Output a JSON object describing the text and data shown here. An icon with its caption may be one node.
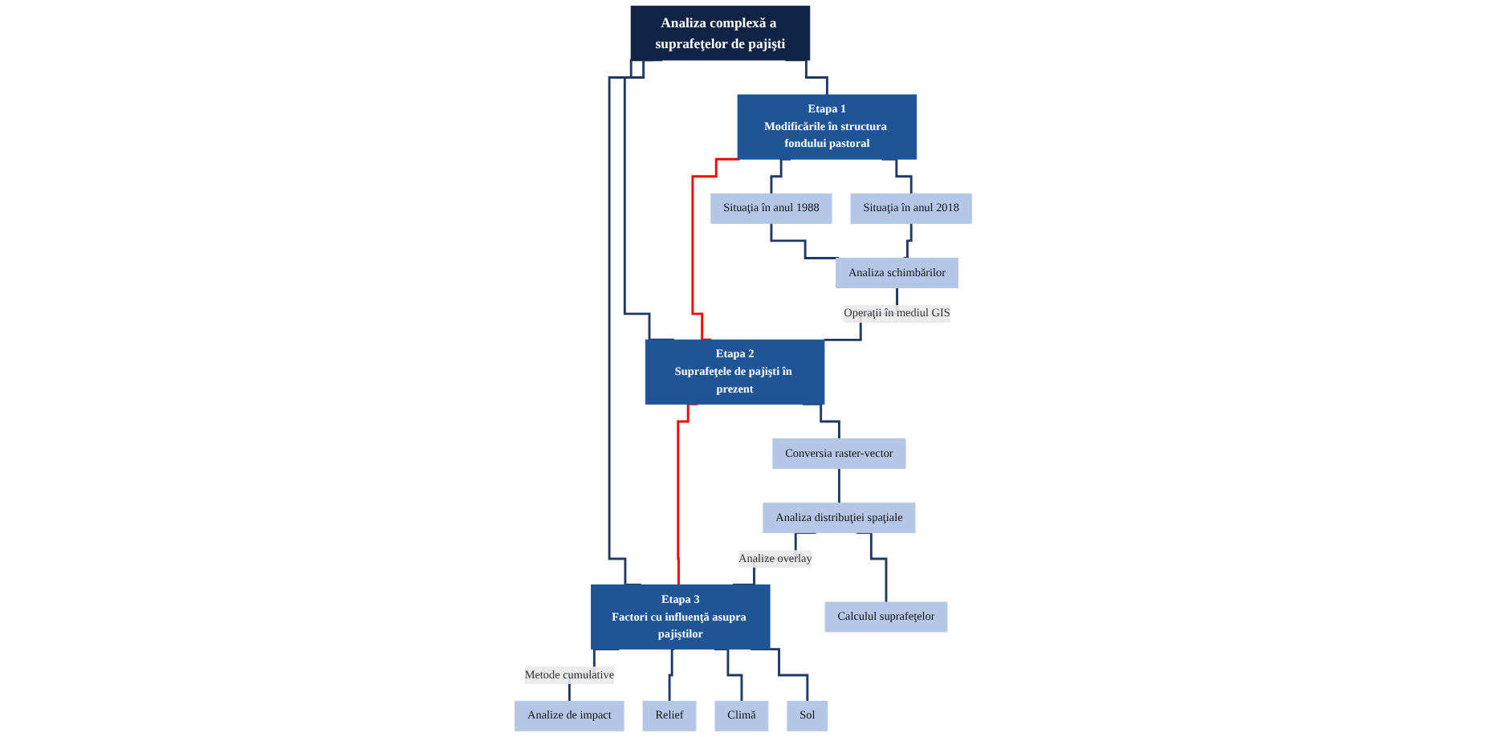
{
  "diagram": {
    "nodes": [
      {
        "text": [
          "Analiza complexă a suprafeţelor de pajişti"
        ]
      },
      {
        "text": [
          "Etapa 1",
          "Modificările în structura fondului pastoral"
        ]
      },
      {
        "text": [
          "Etapa 2",
          "Suprafeţele de pajişti în prezent"
        ]
      },
      {
        "text": [
          "Etapa 3",
          "Factori cu influenţă asupra pajiştilor"
        ]
      },
      {
        "text": [
          "Situaţia în anul 1988"
        ]
      },
      {
        "text": [
          "Situaţia în anul 2018"
        ]
      },
      {
        "text": [
          "Analiza schimbărilor"
        ]
      },
      {
        "text": [
          "Conversia raster-vector"
        ]
      },
      {
        "text": [
          "Analiza distribuţiei spaţiale"
        ]
      },
      {
        "text": [
          "Calculul suprafeţelor"
        ]
      },
      {
        "text": [
          "Analize de impact"
        ]
      },
      {
        "text": [
          "Relief"
        ]
      },
      {
        "text": [
          "Climă"
        ]
      },
      {
        "text": [
          "Sol"
        ]
      }
    ],
    "edges": [
      {
        "from": 0,
        "to": 1,
        "arrow": "none"
      },
      {
        "from": 0,
        "to": 2,
        "arrow": "none"
      },
      {
        "from": 0,
        "to": 3,
        "arrow": "none"
      },
      {
        "from": 1,
        "to": 2,
        "arrow": "none",
        "color": "#ff0000"
      },
      {
        "from": 2,
        "to": 3,
        "arrow": "none",
        "color": "#ff0000"
      },
      {
        "from": 1,
        "to": 4,
        "arrow": "none"
      },
      {
        "from": 1,
        "to": 5,
        "arrow": "none"
      },
      {
        "from": 4,
        "to": 6,
        "arrow": "none"
      },
      {
        "from": 5,
        "to": 6,
        "arrow": "none"
      },
      {
        "from": 6,
        "to": 2,
        "arrow": "none",
        "label": "Operaţii în mediul GIS"
      },
      {
        "from": 2,
        "to": 7,
        "arrow": "none"
      },
      {
        "from": 7,
        "to": 8,
        "arrow": "none"
      },
      {
        "from": 8,
        "to": 9,
        "arrow": "none"
      },
      {
        "from": 8,
        "to": 3,
        "arrow": "none",
        "label": "Analize overlay"
      },
      {
        "from": 3,
        "to": 10,
        "arrow": "none",
        "label": "Metode cumulative"
      },
      {
        "from": 3,
        "to": 11,
        "arrow": "none"
      },
      {
        "from": 3,
        "to": 12,
        "arrow": "none"
      },
      {
        "from": 3,
        "to": 13,
        "arrow": "none"
      }
    ]
  }
}
